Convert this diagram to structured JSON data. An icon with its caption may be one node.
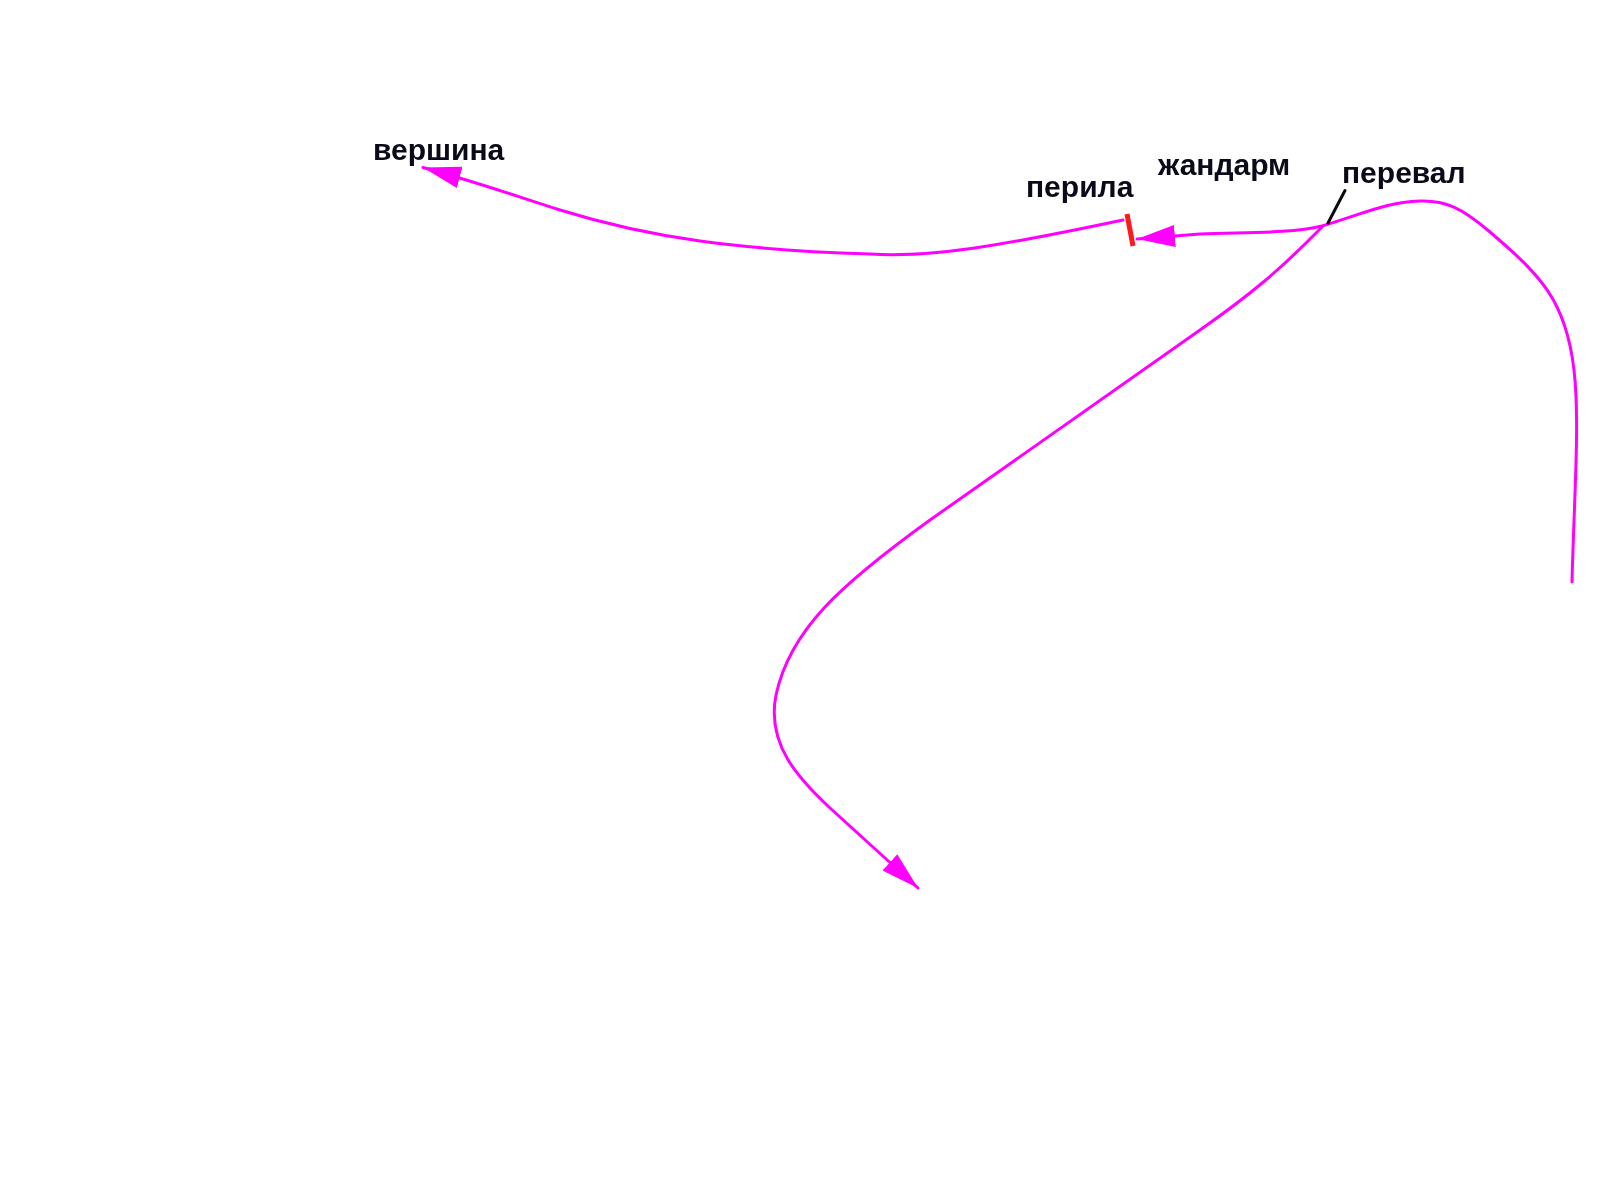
{
  "diagram": {
    "nodes": [
      {
        "text": [
          "вершина"
        ]
      },
      {
        "text": [],
        "shape": "bar",
        "beside": [
          "перила"
        ]
      },
      {
        "text": [
          "перевал"
        ]
      }
    ],
    "edges": [
      {
        "from": null,
        "to": 1,
        "arrow": "to"
      },
      {
        "from": 1,
        "to": 0,
        "arrow": "to"
      },
      {
        "from": 2,
        "to": null,
        "arrow": "none",
        "color": "#0a0a0a"
      }
    ],
    "labels": [
      "жандарм"
    ]
  }
}
